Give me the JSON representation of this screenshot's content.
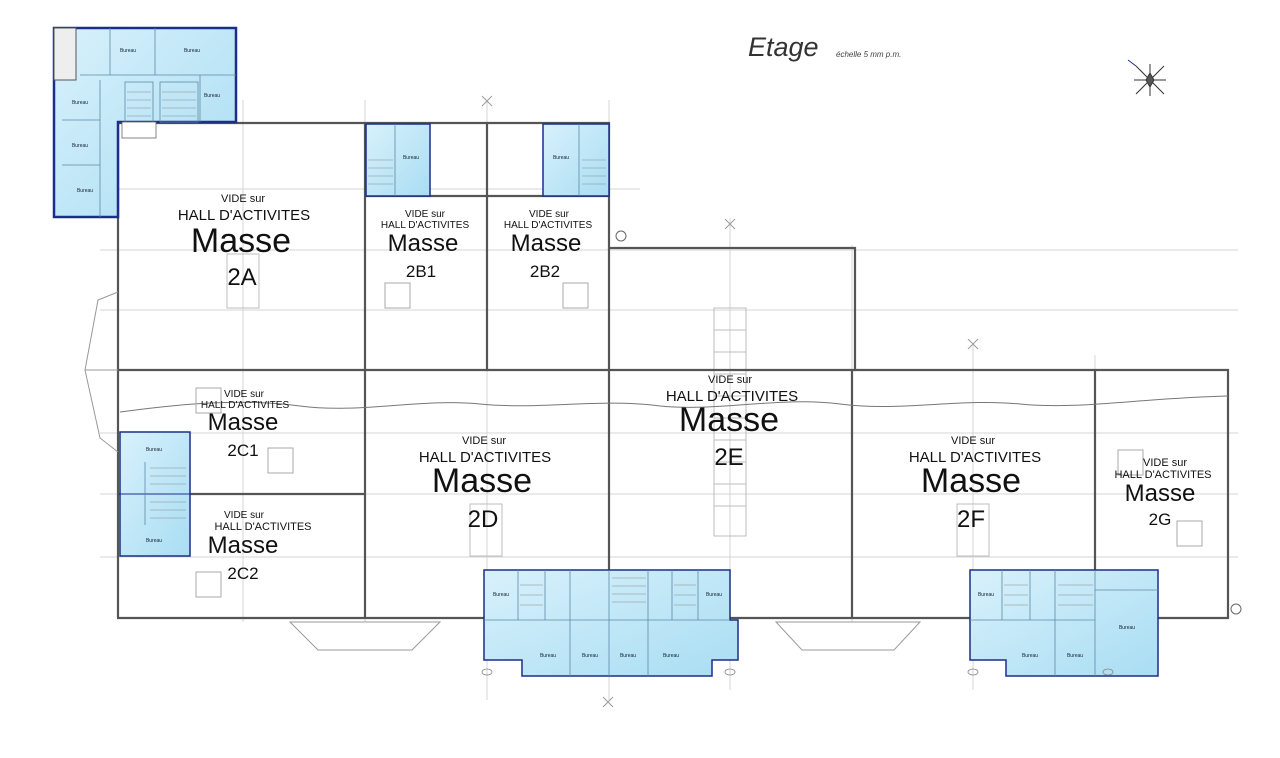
{
  "header": {
    "title": "Etage",
    "scale": "échelle 5 mm p.m."
  },
  "common": {
    "vide": "VIDE sur",
    "hall": "HALL D'ACTIVITES",
    "masse": "Masse",
    "office": "Bureau"
  },
  "masses": [
    {
      "id": "2A"
    },
    {
      "id": "2B1"
    },
    {
      "id": "2B2"
    },
    {
      "id": "2C1"
    },
    {
      "id": "2C2"
    },
    {
      "id": "2D"
    },
    {
      "id": "2E"
    },
    {
      "id": "2F"
    },
    {
      "id": "2G"
    }
  ],
  "colors": {
    "wall": "#555555",
    "grid": "#d4d4d4",
    "office_fill": "#bfe6f7",
    "office_fill_light": "#d8f1fb",
    "office_wall": "#1a2f8a"
  },
  "icons": [
    "compass-icon"
  ]
}
